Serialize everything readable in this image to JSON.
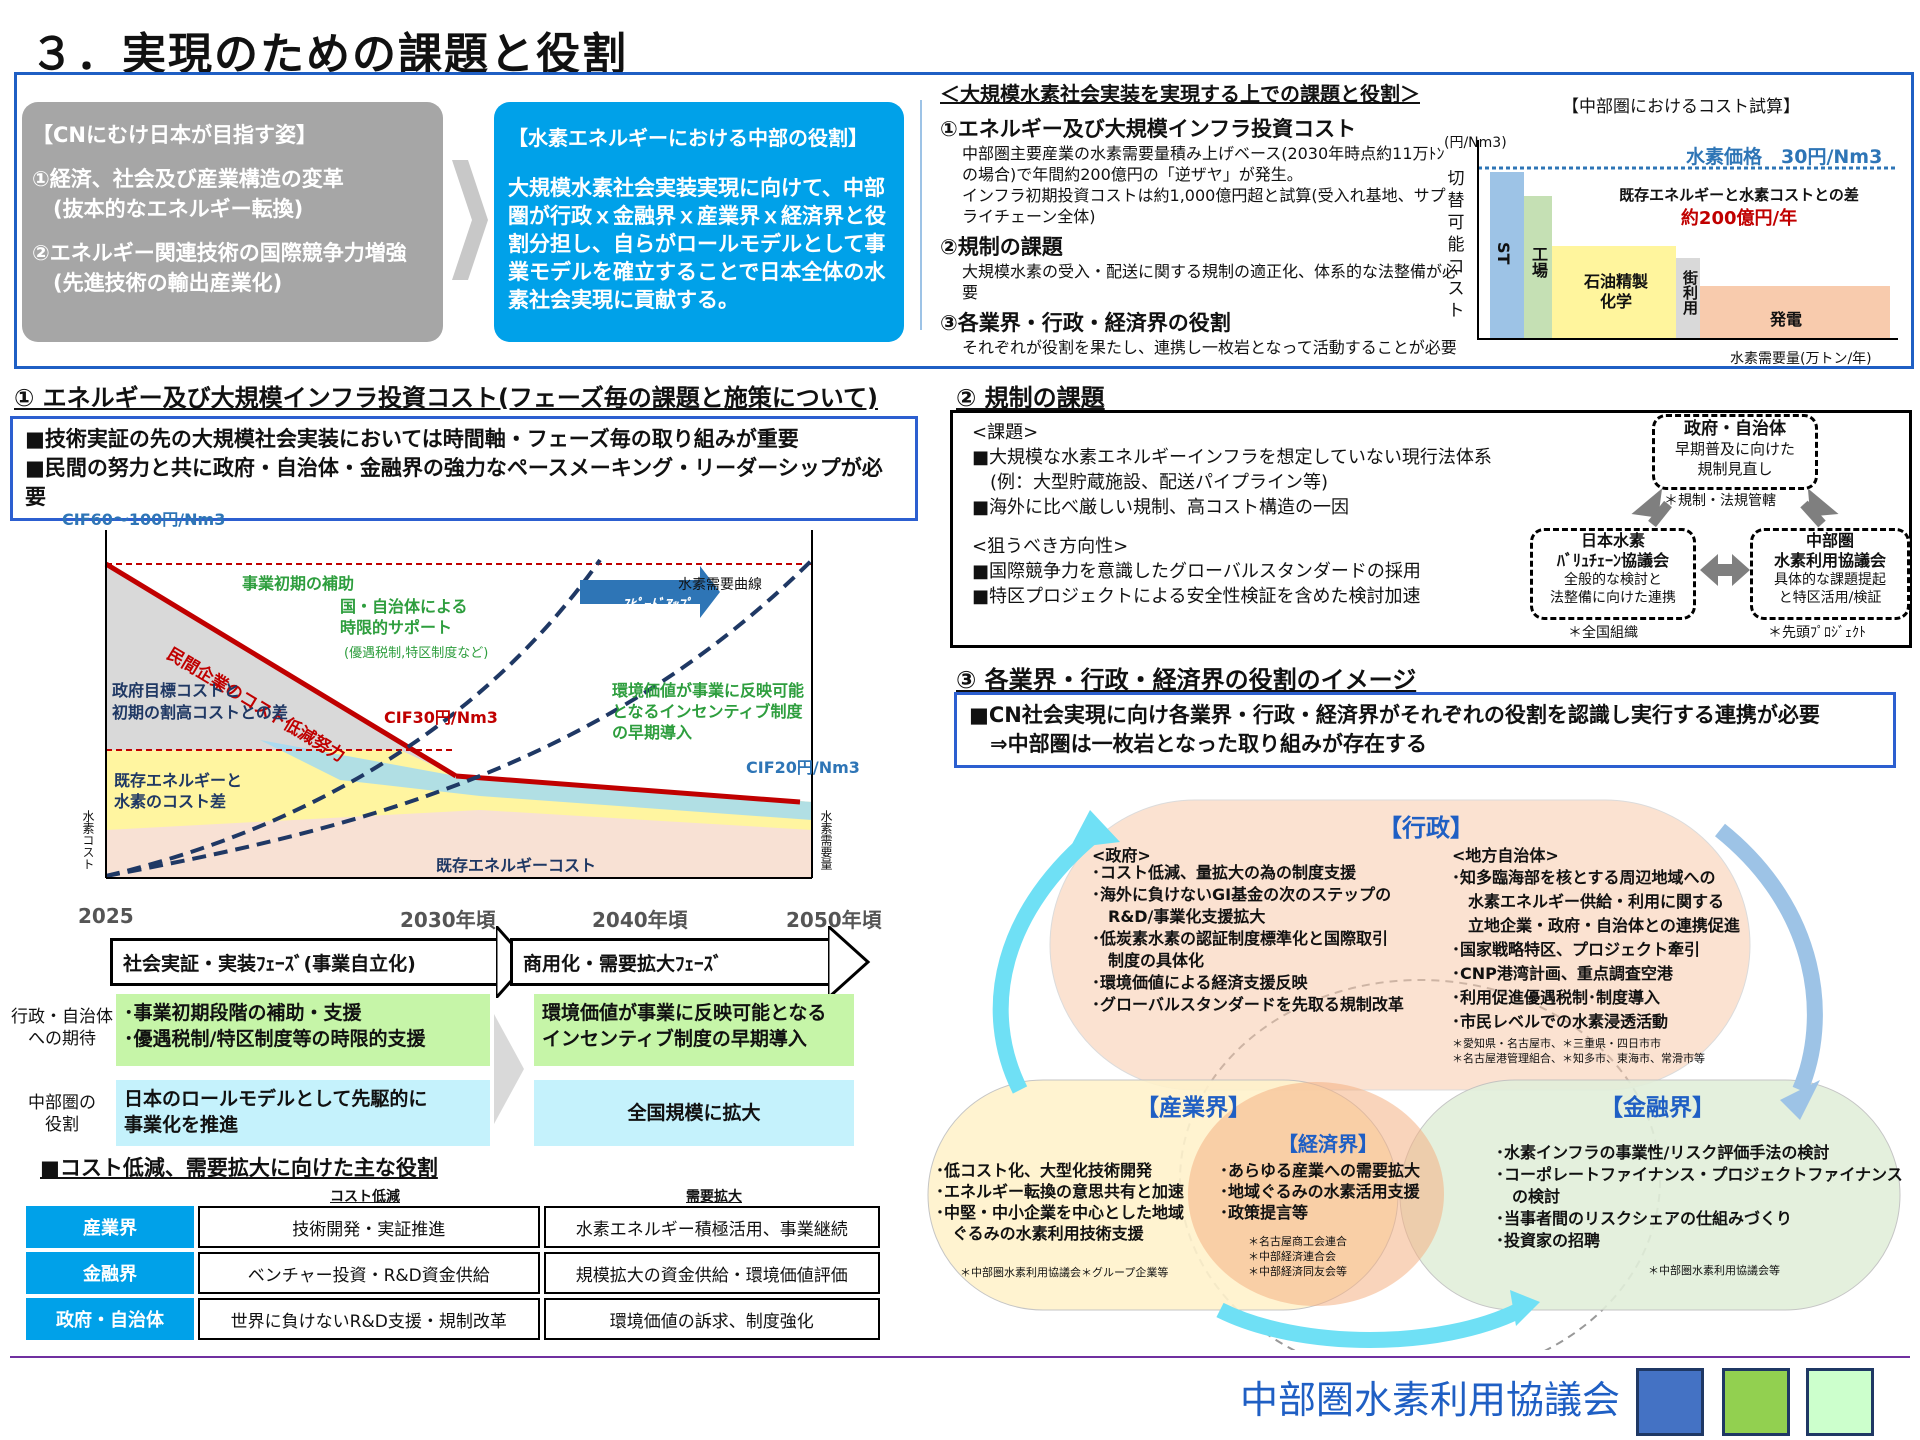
{
  "title": "３．実現のための課題と役割",
  "gray_box": {
    "heading": "【CNにむけ日本が目指す姿】",
    "item1": "①経済、社会及び産業構造の変革\n　(抜本的なエネルギー転換)",
    "item2": "②エネルギー関連技術の国際競争力増強\n　(先進技術の輸出産業化)"
  },
  "blue_box": {
    "heading": "【水素エネルギーにおける中部の役割】",
    "body": "大規模水素社会実装実現に向けて、中部圏が行政ｘ金融界ｘ産業界ｘ経済界と役割分担し、自らがロールモデルとして事業モデルを確立することで日本全体の水素社会実現に貢献する。"
  },
  "issues": {
    "heading": "＜大規模水素社会実装を実現する上での課題と役割＞",
    "i1": "①エネルギー及び大規模インフラ投資コスト",
    "i1_body": "中部圏主要産業の水素需要量積み上げベース(2030年時点約11万ﾄﾝの場合)で年間約200億円の「逆ザヤ」が発生。\nインフラ初期投資コストは約1,000億円超と試算(受入れ基地、サプライチェーン全体)",
    "i2": "②規制の課題",
    "i2_body": "大規模水素の受入・配送に関する規制の適正化、体系的な法整備が必要",
    "i3": "③各業界・行政・経済界の役割",
    "i3_body": "それぞれが役割を果たし、連携し一枚岩となって活動することが必要"
  },
  "cost_chart": {
    "title": "【中部圏におけるコスト試算】",
    "unit": "(円/Nm3)",
    "ylabel": "切替可能コスト",
    "price_label": "水素価格　30円/Nm3",
    "diff_label": "既存エネルギーと水素コストとの差",
    "diff_value": "約200億円/年",
    "xlabel": "水素需要量(万トン/年)",
    "bars": [
      {
        "label": "ST",
        "color": "#9dc3e6"
      },
      {
        "label": "工場",
        "color": "#c5e0b4"
      },
      {
        "label": "石油精製\n化学",
        "color": "#fff59d"
      },
      {
        "label": "街利用",
        "color": "#d9d9d9"
      },
      {
        "label": "発電",
        "color": "#f8cbad"
      }
    ]
  },
  "sec1": {
    "title": "① エネルギー及び大規模インフラ投資コスト(フェーズ毎の課題と施策について)",
    "msg1": "■技術実証の先の大規模社会実装においては時間軸・フェーズ毎の取り組みが重要",
    "msg2": "■民間の努力と共に政府・自治体・金融界の強力なペースメーキング・リーダーシップが必要"
  },
  "phase_chart": {
    "cif_top": "CIF60～100円/Nm3",
    "subsidy": "事業初期の補助",
    "support": "国・自治体による\n時限的サポート",
    "support_note": "(優遇税制,特区制度など)",
    "effort": "民間企業のコスト低減努力",
    "gov_target": "政府目標コストと\n初期の割高コストとの差",
    "cif30": "CIF30円/Nm3",
    "cif20": "CIF20円/Nm3",
    "env": "環境価値が事業に反映可能\nとなるインセンティブ制度\nの早期導入",
    "existing_diff": "既存エネルギーと\n水素のコスト差",
    "existing": "既存エネルギーコスト",
    "demand": "水素需要曲線",
    "speed": "ｽﾋﾟｰﾄﾞｱｯﾌﾟ",
    "yl": "水素コスト",
    "yr": "水素需要量",
    "x": [
      "2025",
      "2030年頃",
      "2040年頃",
      "2050年頃"
    ]
  },
  "phases": {
    "p1": "社会実証・実装ﾌｪｰｽﾞ(事業自立化)",
    "p2": "商用化・需要拡大ﾌｪｰｽﾞ",
    "row1_label": "行政・自治体\nへの期待",
    "row1_c1": "･事業初期段階の補助・支援\n･優遇税制/特区制度等の時限的支援",
    "row1_c2": "環境価値が事業に反映可能となる\nインセンティブ制度の早期導入",
    "row2_label": "中部圏の\n役割",
    "row2_c1": "日本のロールモデルとして先駆的に\n事業化を推進",
    "row2_c2": "全国規模に拡大"
  },
  "roles": {
    "title": "■コスト低減、需要拡大に向けた主な役割",
    "col1": "コスト低減",
    "col2": "需要拡大",
    "rows": [
      {
        "h": "産業界",
        "a": "技術開発・実証推進",
        "b": "水素エネルギー積極活用、事業継続"
      },
      {
        "h": "金融界",
        "a": "ベンチャー投資・R&D資金供給",
        "b": "規模拡大の資金供給・環境価値評価"
      },
      {
        "h": "政府・自治体",
        "a": "世界に負けないR&D支援・規制改革",
        "b": "環境価値の訴求、制度強化"
      }
    ]
  },
  "sec2": {
    "title": "② 規制の課題",
    "k_head": "<課題>",
    "k1": "■大規模な水素エネルギーインフラを想定していない現行法体系",
    "k1b": "　(例：大型貯蔵施設、配送パイプライン等)",
    "k2": "■海外に比べ厳しい規制、高コスト構造の一因",
    "n_head": "<狙うべき方向性>",
    "n1": "■国際競争力を意識したグローバルスタンダードの採用",
    "n2": "■特区プロジェクトによる安全性検証を含めた検討加速",
    "gov_t": "政府・自治体",
    "gov_b": "早期普及に向けた\n規制見直し",
    "gov_n": "＊規制・法規管轄",
    "jp_t": "日本水素\nﾊﾞﾘｭﾁｪｰﾝ協議会",
    "jp_b": "全般的な検討と\n法整備に向けた連携",
    "jp_n": "＊全国組織",
    "cb_t": "中部圏\n水素利用協議会",
    "cb_b": "具体的な課題提起\nと特区活用/検証",
    "cb_n": "＊先頭ﾌﾟﾛｼﾞｪｸﾄ"
  },
  "sec3": {
    "title": "③ 各業界・行政・経済界の役割のイメージ",
    "msg1": "■CN社会実現に向け各業界・行政・経済界がそれぞれの役割を認識し実行する連携が必要",
    "msg2": "　⇒中部圏は一枚岩となった取り組みが存在する"
  },
  "venn": {
    "gyosei": "【行政】",
    "gov_h": "<政府>",
    "gov": "･コスト低減、量拡大の為の制度支援\n･海外に負けないGI基金の次のステップの\n　R&D/事業化支援拡大\n･低炭素水素の認証制度標準化と国際取引\n　制度の具体化\n･環境価値による経済支援反映\n･グローバルスタンダードを先取る規制改革",
    "loc_h": "<地方自治体>",
    "loc": "･知多臨海部を核とする周辺地域への\n　水素エネルギー供給・利用に関する\n　立地企業・政府・自治体との連携促進\n･国家戦略特区、プロジェクト牽引\n･CNP港湾計画、重点調査空港\n･利用促進優遇税制･制度導入\n･市民レベルでの水素浸透活動",
    "loc_n": "＊愛知県・名古屋市、＊三重県・四日市市\n＊名古屋港管理組合、＊知多市、東海市、常滑市等",
    "sangyo": "【産業界】",
    "sangyo_b": "･低コスト化、大型化技術開発\n･エネルギー転換の意思共有と加速\n･中堅・中小企業を中心とした地域\n　ぐるみの水素利用技術支援",
    "sangyo_n": "＊中部圏水素利用協議会＊グループ企業等",
    "keizai": "【経済界】",
    "keizai_b": "･あらゆる産業への需要拡大\n･地域ぐるみの水素活用支援\n･政策提言等",
    "keizai_n": "＊名古屋商工会連合\n＊中部経済連合会\n＊中部経済同友会等",
    "kinyu": "【金融界】",
    "kinyu_b": "･水素インフラの事業性/リスク評価手法の検討\n･コーポレートファイナンス・プロジェクトファイナンス\n　の検討\n･当事者間のリスクシェアの仕組みづくり\n･投資家の招聘",
    "kinyu_n": "＊中部圏水素利用協議会等"
  },
  "footer": "中部圏水素利用協議会"
}
